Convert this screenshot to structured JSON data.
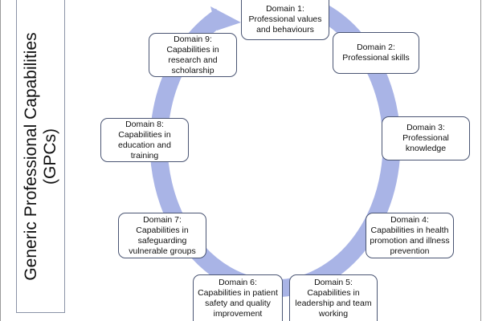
{
  "title": "Generic Professional Capabilities\n(GPCs)",
  "title_line1": "Generic Professional Capabilities",
  "title_line2": "(GPCs)",
  "colors": {
    "ring": "#a9b4e6",
    "box_border": "#4a5573"
  },
  "domains": [
    {
      "label": "Domain 1:\nProfessional values\nand behaviours"
    },
    {
      "label": "Domain 2:\nProfessional skills"
    },
    {
      "label": "Domain 3:\nProfessional\nknowledge"
    },
    {
      "label": "Domain 4:\nCapabilities in health\npromotion and illness\nprevention"
    },
    {
      "label": "Domain 5:\nCapabilities in\nleadership and team\nworking"
    },
    {
      "label": "Domain 6:\nCapabilities in patient\nsafety and quality\nimprovement"
    },
    {
      "label": "Domain 7:\nCapabilities in\nsafeguarding\nvulnerable groups"
    },
    {
      "label": "Domain 8:\nCapabilities in\neducation and\ntraining"
    },
    {
      "label": "Domain 9:\nCapabilities in\nresearch and\nscholarship"
    }
  ]
}
